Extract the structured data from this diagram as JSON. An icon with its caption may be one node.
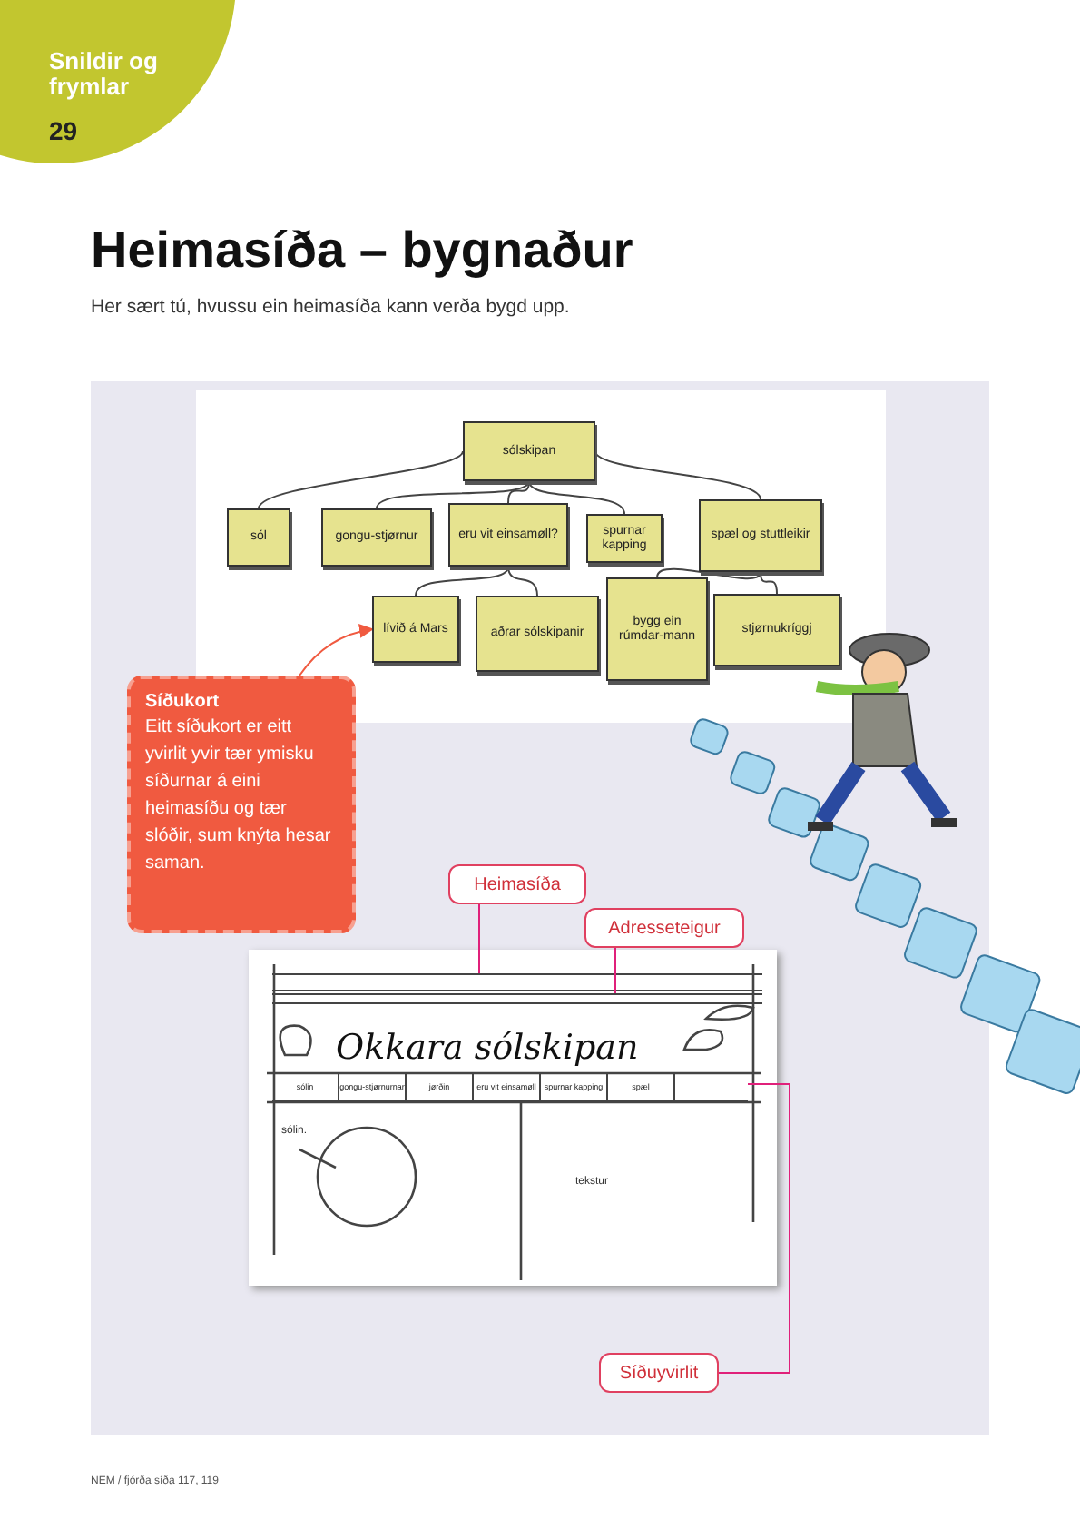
{
  "diagram": {
    "title": "Heimasíða – bygnaður",
    "nodes": [
      {
        "text": [],
        "shape": "box"
      },
      {
        "text": [
          "sólskipan"
        ],
        "in": 0
      },
      {
        "text": [
          "sól"
        ],
        "in": 0
      },
      {
        "text": [
          "gongu-stjørnur"
        ],
        "in": 0
      },
      {
        "text": [
          "eru vit einsamøll?"
        ],
        "in": 0
      },
      {
        "text": [
          "spurnar kapping"
        ],
        "in": 0
      },
      {
        "text": [
          "spæl og stuttleikir"
        ],
        "in": 0
      },
      {
        "text": [
          "lívið á Mars"
        ],
        "in": 0
      },
      {
        "text": [
          "aðrar sólskipanir"
        ],
        "in": 0
      },
      {
        "text": [
          "bygg ein rúmdar-mann"
        ],
        "in": 0
      },
      {
        "text": [
          "stjørnukríggj"
        ],
        "in": 0
      },
      {
        "text": [
          "Síðukort",
          "Eitt síðukort er eitt yvirlit yvir tær ymisku síðurnar á eini heimasíðu og tær slóðir, sum knýta hesar saman."
        ]
      },
      {
        "text": [],
        "shape": "box"
      },
      {
        "text": [],
        "shape": "bar",
        "in": 12
      },
      {
        "text": [],
        "shape": "bar",
        "in": 12
      },
      {
        "text": [
          "sólin",
          "gongu-stjørnurnar",
          "jørðin",
          "eru vit einsamøll",
          "spurnar kapping",
          "spæl"
        ],
        "in": 12
      },
      {
        "text": [
          "Heimasíða"
        ]
      },
      {
        "text": [
          "Adresseteigur"
        ]
      },
      {
        "text": [
          "Síðuyvirlit"
        ]
      }
    ],
    "edges": [
      {
        "from": 1,
        "to": 2,
        "arrow": "none"
      },
      {
        "from": 1,
        "to": 3,
        "arrow": "none"
      },
      {
        "from": 1,
        "to": 4,
        "arrow": "none"
      },
      {
        "from": 1,
        "to": 5,
        "arrow": "none"
      },
      {
        "from": 1,
        "to": 6,
        "arrow": "none"
      },
      {
        "from": 4,
        "to": 7,
        "arrow": "none"
      },
      {
        "from": 4,
        "to": 8,
        "arrow": "none"
      },
      {
        "from": 6,
        "to": 9,
        "arrow": "none"
      },
      {
        "from": 6,
        "to": 10,
        "arrow": "none"
      },
      {
        "from": 11,
        "to": 7,
        "arrow": "to",
        "color": "#f05a40"
      },
      {
        "from": 16,
        "to": 13,
        "arrow": "none",
        "color": "#e0207a"
      },
      {
        "from": 17,
        "to": 14,
        "arrow": "none",
        "color": "#e0207a"
      },
      {
        "from": 18,
        "to": 15,
        "arrow": "none",
        "color": "#e0207a"
      }
    ],
    "labels": [
      "Snildir og frymlar",
      "29",
      "Her sært tú, hvussu ein heimasíða kann verða bygd upp.",
      "Okkara sólskipan",
      "sólin.",
      "tekstur",
      "NEM / fjórða síða 117, 119"
    ]
  }
}
